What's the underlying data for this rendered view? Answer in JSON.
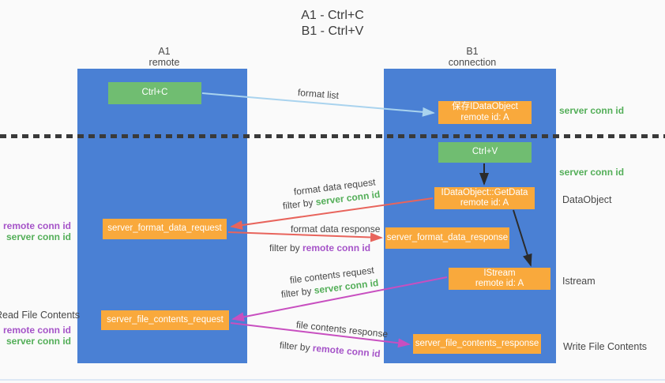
{
  "title": {
    "line1": "A1 - Ctrl+C",
    "line2": "B1 - Ctrl+V"
  },
  "columns": {
    "left": {
      "name": "A1",
      "role": "remote"
    },
    "right": {
      "name": "B1",
      "role": "connection"
    }
  },
  "nodes": {
    "ctrl_c": {
      "label": "Ctrl+C"
    },
    "save_idataobject": {
      "line1": "保存IDataObject",
      "line2": "remote id: A"
    },
    "ctrl_v": {
      "label": "Ctrl+V"
    },
    "idataobject_getdata": {
      "line1": "IDataObject::GetData",
      "line2": "remote id: A"
    },
    "server_format_data_request": {
      "label": "server_format_data_request"
    },
    "server_format_data_response": {
      "label": "server_format_data_response"
    },
    "istream": {
      "line1": "IStream",
      "line2": "remote id: A"
    },
    "server_file_contents_request": {
      "label": "server_file_contents_request"
    },
    "server_file_contents_response": {
      "label": "server_file_contents_response"
    }
  },
  "flow_labels": {
    "format_list": "format list",
    "format_data_request": "format data request",
    "format_data_response": "format data response",
    "file_contents_request": "file contents request",
    "file_contents_response": "file contents response",
    "filter_by": "filter by ",
    "server_conn_id": "server conn id",
    "remote_conn_id": "remote conn id"
  },
  "side_labels": {
    "server_conn_id_top": "server conn id",
    "server_conn_id_mid": "server conn id",
    "dataobject": "DataObject",
    "istream": "Istream",
    "write_file_contents": "Write File Contents",
    "read_file_contents": "Read File Contents",
    "remote_conn_id": "remote conn id",
    "server_conn_id": "server conn id"
  },
  "colors": {
    "column_blue": "#4a80d4",
    "box_green": "#70bd71",
    "box_orange": "#f9a93c",
    "text_green": "#53ae58",
    "text_purple": "#a553c8",
    "arrow_lightblue": "#a9d3ee",
    "arrow_red": "#e8645c",
    "arrow_magenta": "#c84fc0",
    "arrow_black": "#2b2b2b",
    "dotted_line": "#3a3a3a"
  }
}
